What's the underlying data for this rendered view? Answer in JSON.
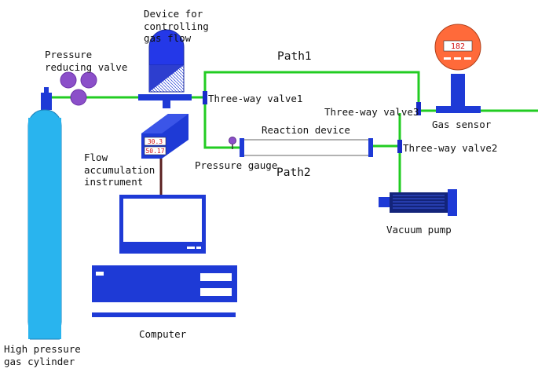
{
  "labels": {
    "device_flow": "Device for\ncontrolling\ngas flow",
    "pressure_reducing_valve": "Pressure\nreducing valve",
    "path1": "Path1",
    "path2": "Path2",
    "three_way_valve1": "Three-way valve1",
    "three_way_valve2": "Three-way valve2",
    "three_way_valve3": "Three-way valve3",
    "reaction_device": "Reaction device",
    "pressure_gauge": "Pressure gauge",
    "gas_sensor": "Gas sensor",
    "vacuum_pump": "Vacuum pump",
    "flow_accumulation": "Flow\naccumulation\ninstrument",
    "computer": "Computer",
    "cylinder": "High pressure\ngas cylinder"
  },
  "readouts": {
    "sensor_display": "182",
    "flow_display_1": "30.3",
    "flow_display_2": "50.17"
  },
  "colors": {
    "pipe": "#22cc22",
    "equipment": "#1e3ad6",
    "cylinder": "#29b4ee",
    "valve_ball": "#8b4fc9",
    "sensor_dial": "#ff6a3a",
    "wire": "#5a2020"
  }
}
